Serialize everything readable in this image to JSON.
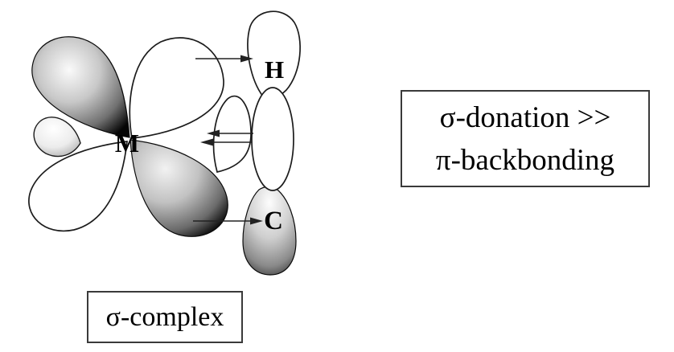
{
  "diagram": {
    "atoms": {
      "metal": "M",
      "hydrogen": "H",
      "carbon": "C"
    },
    "caption_box": {
      "label": "σ-complex"
    },
    "interaction_box": {
      "line1": "σ-donation >>",
      "line2": "π-backbonding"
    },
    "icons": {
      "pi_backbonding_arrow": "→",
      "sigma_donation_arrow_1": "←",
      "sigma_donation_arrow_2": "←",
      "carbon_pointer_arrow": "→"
    },
    "colors": {
      "background": "#ffffff",
      "outline": "#1c1c1c",
      "box_border": "#3a3a3a",
      "text": "#000000",
      "lobe_shaded_dark": "#050505",
      "lobe_shaded_light": "#fafafa"
    }
  }
}
